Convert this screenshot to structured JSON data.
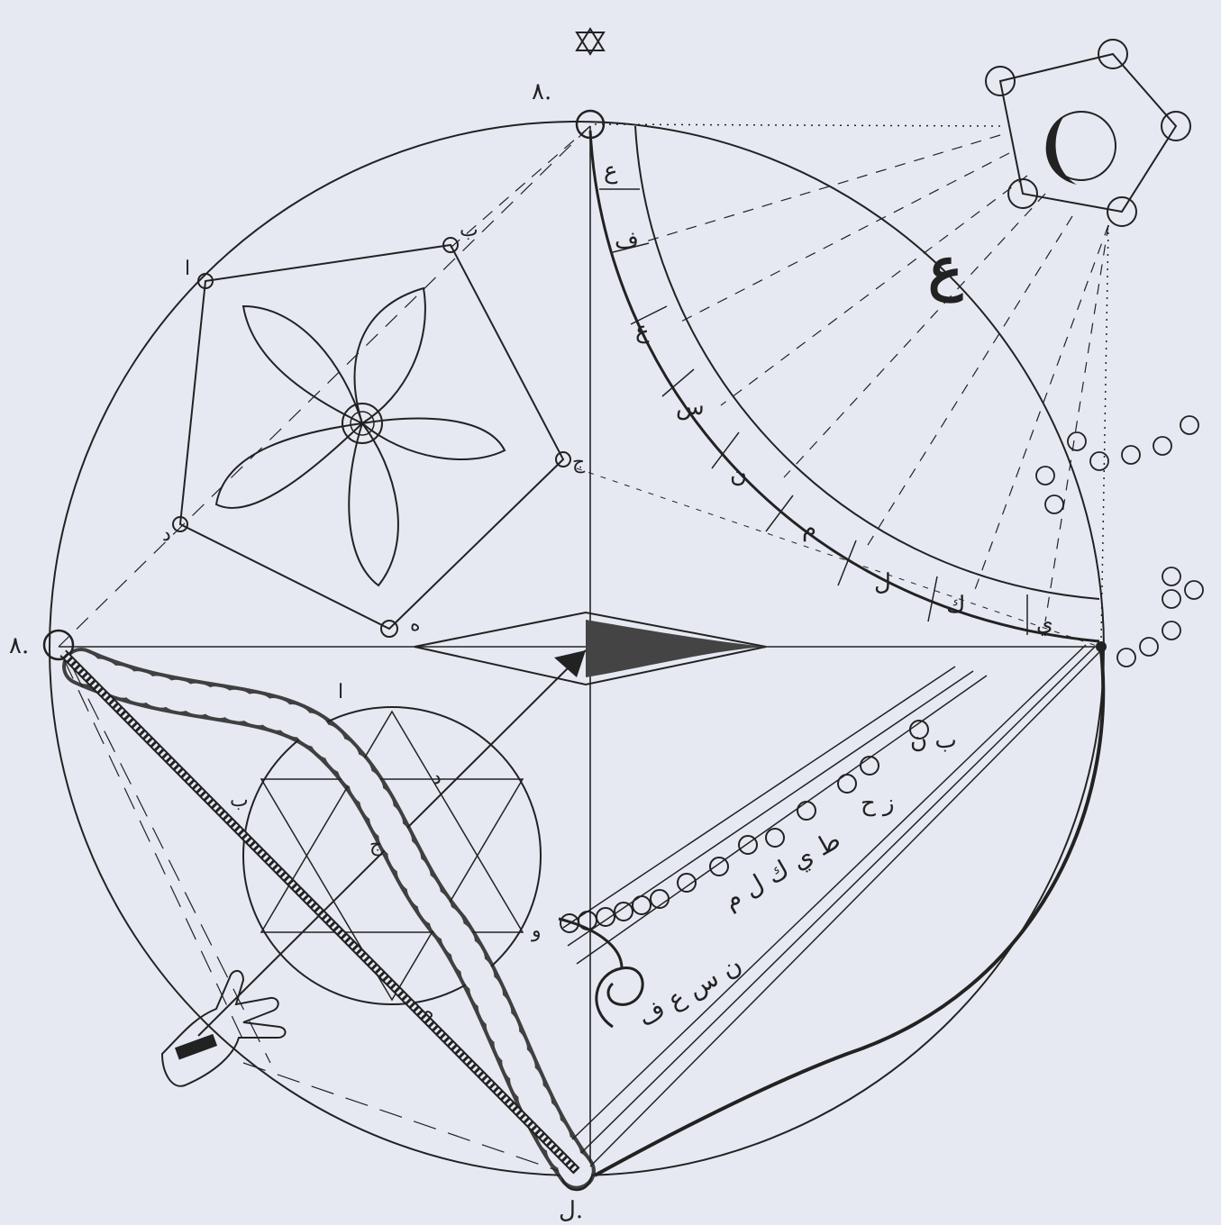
{
  "colors": {
    "paper": "#e6e9f2",
    "ink": "#222222",
    "shade": "#555555"
  },
  "corner_labels": {
    "top": "٨.",
    "left": "٨.",
    "bottom": "ل."
  },
  "zodiac_band_letters": [
    "ع",
    "ف",
    "ع",
    "س",
    "ن",
    "م",
    "ل",
    "ك",
    "ي"
  ],
  "pentagon_marks": {
    "upper_left": "ا",
    "upper_right": "ب",
    "right": "ج",
    "lower_left": "د",
    "bottom": "ه"
  },
  "inner_marks": [
    "ا",
    "ب",
    "ج",
    "د",
    "ه",
    "و"
  ],
  "lower_right_marks": {
    "row1": "ب ن",
    "row2": "ز ح",
    "row3": "ط ي ك ل م",
    "row4": "ن س ع ف"
  },
  "big_letter": "ع",
  "icons": [
    "moon-icon",
    "sun-icon",
    "flower-icon",
    "hand-icon",
    "treble-clef-icon",
    "star-icon",
    "serpent-icon",
    "harp-icon"
  ]
}
